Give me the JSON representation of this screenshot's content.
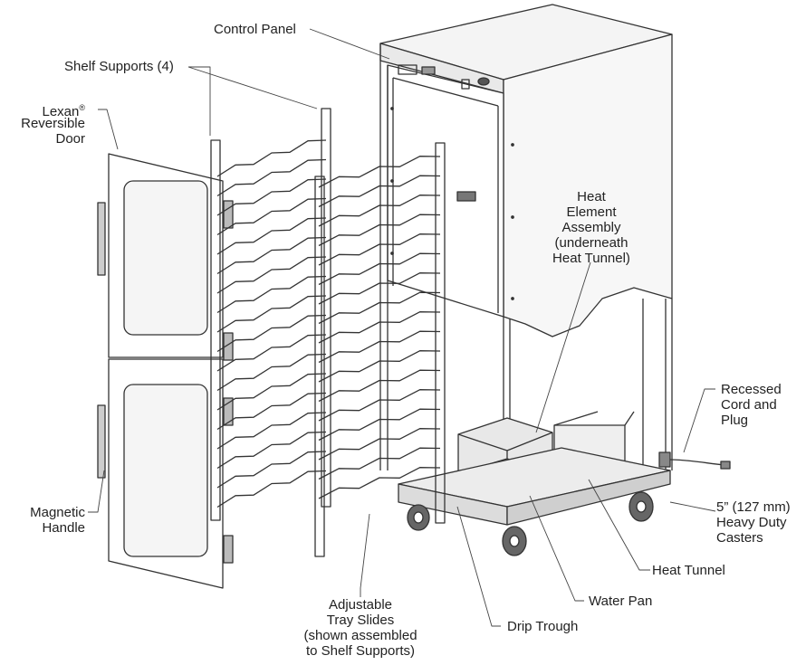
{
  "labels": {
    "control_panel": "Control Panel",
    "shelf_supports": "Shelf Supports (4)",
    "lexan_door_1": "Lexan",
    "lexan_door_reg": "®",
    "lexan_door_2": "Reversible",
    "lexan_door_3": "Door",
    "heat_element_1": "Heat",
    "heat_element_2": "Element",
    "heat_element_3": "Assembly",
    "heat_element_4": "(underneath",
    "heat_element_5": "Heat Tunnel)",
    "recessed_1": "Recessed",
    "recessed_2": "Cord and",
    "recessed_3": "Plug",
    "casters_1": "5” (127 mm)",
    "casters_2": "Heavy Duty",
    "casters_3": "Casters",
    "heat_tunnel": "Heat Tunnel",
    "water_pan": "Water Pan",
    "drip_trough": "Drip Trough",
    "tray_1": "Adjustable",
    "tray_2": "Tray Slides",
    "tray_3": "(shown assembled",
    "tray_4": "to Shelf Supports)",
    "magnetic_1": "Magnetic",
    "magnetic_2": "Handle"
  },
  "colors": {
    "line": "#333333",
    "text": "#222222",
    "fill_light": "#f2f2f2",
    "fill_mid": "#d9d9d9"
  }
}
